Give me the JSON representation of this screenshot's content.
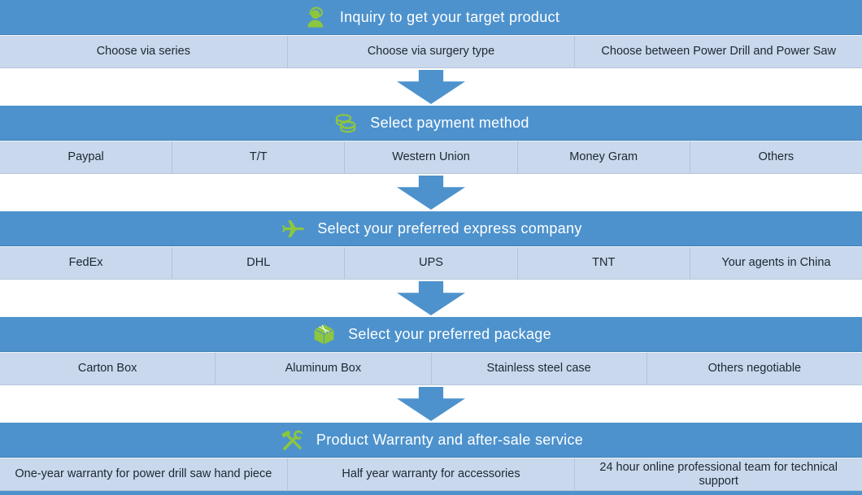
{
  "palette": {
    "header_blue": "#4d92cd",
    "row_blue": "#c9d8ec",
    "arrow_blue": "#4d92cd",
    "icon_green": "#8dc63f",
    "header_text": "#ffffff",
    "cell_text": "#1c2733"
  },
  "sections": [
    {
      "icon": "headset-person-icon",
      "title": "Inquiry to get your target product",
      "options": [
        "Choose via series",
        "Choose via surgery type",
        "Choose between Power Drill and Power Saw"
      ]
    },
    {
      "icon": "coins-icon",
      "title": "Select payment method",
      "options": [
        "Paypal",
        "T/T",
        "Western Union",
        "Money Gram",
        "Others"
      ]
    },
    {
      "icon": "airplane-icon",
      "title": "Select your preferred express company",
      "options": [
        "FedEx",
        "DHL",
        "UPS",
        "TNT",
        "Your agents in China"
      ]
    },
    {
      "icon": "package-box-icon",
      "title": "Select your preferred package",
      "options": [
        "Carton Box",
        "Aluminum Box",
        "Stainless steel case",
        "Others negotiable"
      ]
    },
    {
      "icon": "tools-icon",
      "title": "Product Warranty and after-sale service",
      "options": [
        "One-year warranty for power drill saw hand piece",
        "Half year warranty for accessories",
        "24 hour online professional team for technical support"
      ]
    }
  ]
}
